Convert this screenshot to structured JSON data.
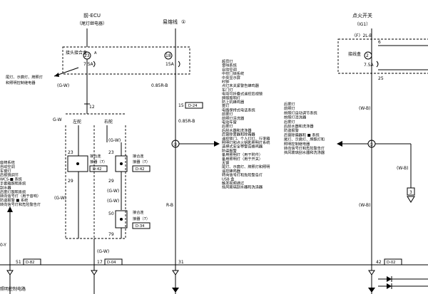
{
  "top": {
    "ecu_title": "前-ECU",
    "ecu_sub": "（尾灯继电器）",
    "fuse_title": "易熔线",
    "fuse_num": "①",
    "ign_title": "点火开关",
    "ign_sub": "（IG1）",
    "ign_relay": "〈F〉2L-B"
  },
  "ecu_box": {
    "label": "接头接合盒",
    "pin": "23",
    "amp": "7.5A"
  },
  "fuse_box": {
    "pin": "18",
    "amp": "15A"
  },
  "ign_box": {
    "label": "接线盒",
    "pin": "2",
    "amp": "7.5A",
    "pin_top": "6",
    "pin_bottom": "25"
  },
  "left_note": [
    "尾灯、示廓灯、牌照灯",
    "和照明控制继电器"
  ],
  "wires": {
    "gw": "(G-W)",
    "gw_num": "12",
    "rb1": "0.85R-B",
    "rb1_num": "15",
    "rb1_conn": "D-24",
    "rb2": "0.85R-B",
    "rb_plain": "R-B",
    "wb_top": "(W-B)",
    "wb_right": "(W-B)",
    "wb_bottom": "(W-B)",
    "gw_left": "G-W",
    "gw_a": "(G-W)",
    "gw_b": "(G-W)",
    "gw_c": "(G-W)",
    "gw_d": "(G-W)",
    "gw_e": "(G-W)",
    "left_dir": "左舵",
    "right_dir": "右舵"
  },
  "joints": {
    "j1": {
      "pin_in": "23",
      "label": [
        "接合连",
        "接器（7）"
      ],
      "conn": "D-42",
      "pin_out": "29"
    },
    "j2": {
      "pin_in": "23",
      "label": [
        "接合连",
        "接器（7）"
      ],
      "conn": "D-42",
      "pin_out": "29"
    },
    "j3": {
      "pin_in": "50",
      "label": [
        "接合连",
        "接器（7）"
      ],
      "conn": "D-34",
      "pin_out": "79"
    }
  },
  "junctions": {
    "center": "②",
    "right": "①"
  },
  "list_a": [
    "超员灯",
    "音响系统",
    "自动空调",
    "中控门锁系统",
    "中央显示屏",
    "时钟",
    "点灯未关紧警告蜂鸣器",
    "车门灯",
    "电动可折叠式遥控后视镜",
    "牌照照明灯",
    "防上机蜂鸣器",
    "雾灯",
    "电路保持式电话系统",
    "前雾灯",
    "前照灯清洗器",
    "电动车窗",
    "后雾灯",
    "后刮水器和洗涤器",
    "后窗除雾器和除霜器",
    "遥控锁门、个人灯灯、行李箱",
    "照明灯和点火钥匙照明灯系统",
    "选择式安全带警告蜂鸣器",
    "防盗报警",
    "备用照明灯（用于附件）",
    "备用照明灯（用于开关）",
    "天窗",
    "尾灯、示廓灯、牌照灯和照明",
    "遥控蜂鸣器",
    "转向信号灯和危险警告灯",
    "USB 盒",
    "触发视频通过",
    "挡风玻璃刮水器和洗涤器"
  ],
  "list_b": [
    "后雾灯",
    "前照灯",
    "前照灯自动调节系统",
    "前照灯清洗器",
    "后雾灯",
    "后刮水器和洗涤器",
    "防盗报警",
    "后窗除霜器和 ■ 系统",
    "尾灯、示廓灯、牌照灯和",
    "照明控制继电器",
    "转向信号灯和危险警告灯",
    "挡风玻璃刮水器和洗涤器"
  ],
  "left_list": [
    "座椅系统",
    "自动空调",
    "车窗灯",
    "后视镜调节",
    "WCS-■ 系统",
    "手套箱照明系统",
    "刮水器",
    "后雾灯照明系统",
    "转向信号灯（用于音响）",
    "防盗报警 ■ 系统",
    "转向信号灯和危险警告灯"
  ],
  "bottom": {
    "left_wire": "0-Y",
    "c51": "51",
    "c51_conn": "D-82",
    "c17": "17",
    "c17_conn": "D-04",
    "c31": "31",
    "c42": "42",
    "c42_conn": "D-02",
    "bottom_label": "照明控制电路",
    "tag3": "3"
  }
}
